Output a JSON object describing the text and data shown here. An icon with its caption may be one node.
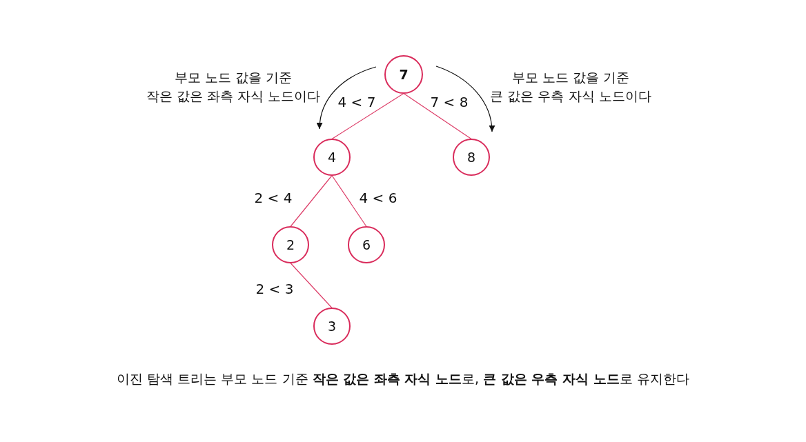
{
  "diagram": {
    "caption": "이진 탐색 트리는 부모 노드 기준 **작은 값은 좌측 자식 노드**로, **큰 값은 우측 자식 노드**로 유지한다",
    "nodes": [
      {
        "text": [
          "7"
        ]
      },
      {
        "text": [
          "4"
        ]
      },
      {
        "text": [
          "8"
        ]
      },
      {
        "text": [
          "2"
        ]
      },
      {
        "text": [
          "6"
        ]
      },
      {
        "text": [
          "3"
        ]
      }
    ],
    "edges": [
      {
        "from": 0,
        "to": 1,
        "arrow": "none",
        "label": "4 < 7"
      },
      {
        "from": 0,
        "to": 2,
        "arrow": "none",
        "label": "7 < 8"
      },
      {
        "from": 1,
        "to": 3,
        "arrow": "none",
        "label": "2 < 4"
      },
      {
        "from": 1,
        "to": 4,
        "arrow": "none",
        "label": "4 < 6"
      },
      {
        "from": 3,
        "to": 5,
        "arrow": "none",
        "label": "2 < 3"
      }
    ],
    "labels": [
      "부모 노드 값을 기준 작은 값은 좌측 자식 노드이다",
      "부모 노드 값을 기준 큰 값은 우측 자식 노드이다"
    ]
  }
}
